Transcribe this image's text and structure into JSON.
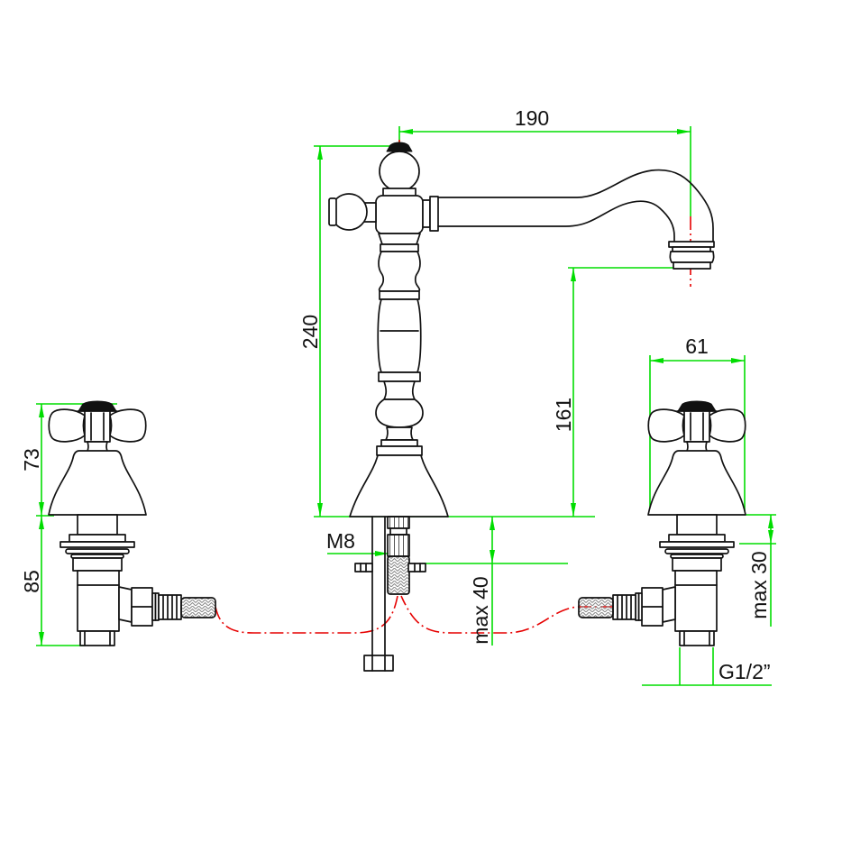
{
  "drawing": {
    "title": "Three-hole basin mixer with cross handles - dimensional drawing",
    "background": "#ffffff",
    "colors": {
      "outline": "#111111",
      "dimension_green": "#00dd00",
      "centerline_red": "#e60000",
      "hatch_gray": "#8a8a8a"
    },
    "dimensions": {
      "spout_reach": "190",
      "spout_height": "240",
      "outlet_height": "161",
      "handle_width": "61",
      "handle_height": "73",
      "below_deck_height": "85",
      "stud_thread": "M8",
      "max_thickness_center": "max 40",
      "max_thickness_side": "max 30",
      "inlet_thread": "G1/2”"
    }
  }
}
